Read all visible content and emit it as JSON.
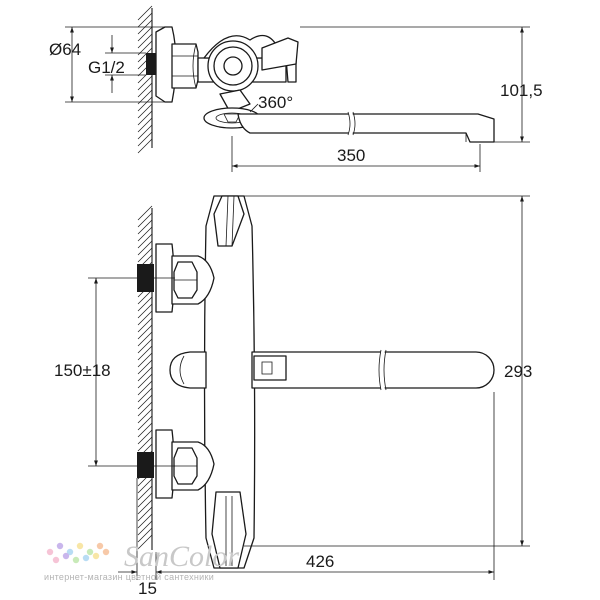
{
  "dimensions": {
    "flange_diameter": "Ø64",
    "thread": "G1/2",
    "swivel_angle": "360°",
    "spout_length_top": "350",
    "height_top": "101,5",
    "center_distance": "150±18",
    "total_height": "293",
    "spout_length_front": "426",
    "wall_offset": "15"
  },
  "watermark": {
    "brand": "SanColor",
    "tagline": "интернет-магазин цветной сантехники",
    "dot_colors": [
      "#f6c4d6",
      "#c9b6ec",
      "#b8dcf4",
      "#f8e6a6",
      "#c8eab8",
      "#f7c9a8"
    ]
  }
}
